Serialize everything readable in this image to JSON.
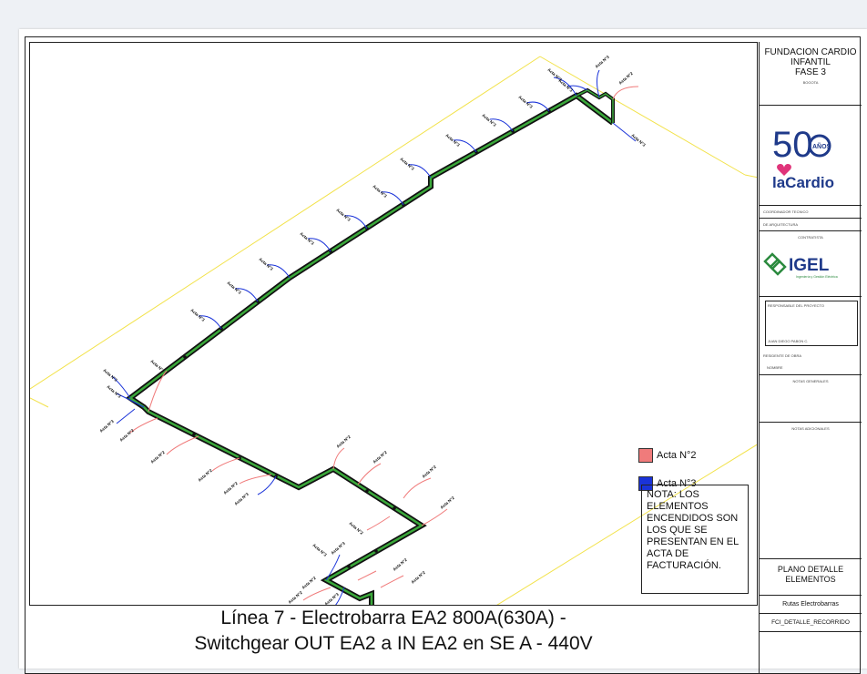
{
  "legend": [
    {
      "label": "Acta N°2",
      "color": "#f07b7b"
    },
    {
      "label": "Acta N°3",
      "color": "#1a33d9"
    }
  ],
  "note": "NOTA: LOS ELEMENTOS ENCENDIDOS SON LOS QUE SE PRESENTAN EN EL ACTA DE FACTURACIÓN.",
  "caption": {
    "line1": "Línea 7 - Electrobarra EA2 800A(630A) -",
    "line2": "Switchgear OUT EA2 a IN EA2 en SE A - 440V"
  },
  "title_block": {
    "project_title_l1": "FUNDACION CARDIO",
    "project_title_l2": "INFANTIL",
    "project_title_l3": "FASE 3",
    "city": "BOGOTA",
    "logo_number": "50",
    "logo_anos": "AÑOS",
    "logo_name": "laCardio",
    "coordinator": "COORDINADOR TECNICO",
    "architect": "DE ARQUITECTURA",
    "contractor": "CONTRATISTA",
    "igel_name": "IGEL",
    "igel_sub": "Ingeniería y Gestión Eléctrica",
    "responsible": "RESPONSABLE DEL PROYECTO",
    "responsible_name": "JUAN DIEGO PABON C.",
    "resident": "RESIDENTE DE OBRA",
    "name_label": "NOMBRE",
    "general_notes": "NOTAS GENERALES",
    "additional_notes": "NOTAS ADICIONALES",
    "plan_title_l1": "PLANO DETALLE",
    "plan_title_l2": "ELEMENTOS",
    "plan_subtitle": "Rutas Electrobarras",
    "plan_code": "FCI_DETALLE_RECORRIDO"
  }
}
